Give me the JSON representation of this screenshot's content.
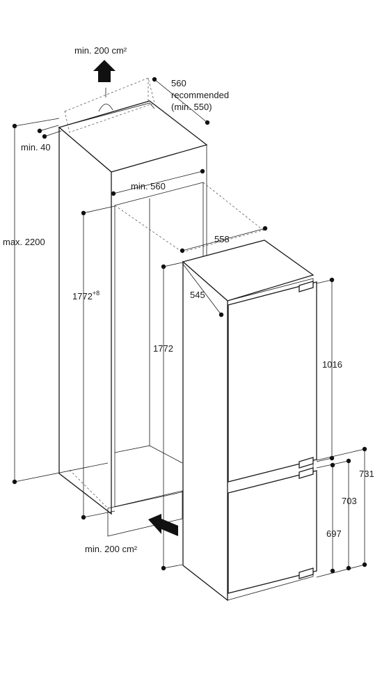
{
  "labels": {
    "vent_top": "min. 200 cm²",
    "depth_560": "560",
    "depth_rec": "recommended",
    "depth_min": "(min. 550)",
    "gap_min40": "min. 40",
    "width_min560": "min. 560",
    "height_max2200": "max. 2200",
    "niche_1772": "1772",
    "niche_tol": "+8",
    "appliance_1772": "1772",
    "width_558": "558",
    "depth_545": "545",
    "upper_door_1016": "1016",
    "lower_731": "731",
    "lower_703": "703",
    "lower_697": "697",
    "vent_bottom": "min. 200 cm²"
  },
  "colors": {
    "line": "#1a1a1a",
    "arrow": "#111111",
    "background": "#ffffff"
  },
  "icons": [
    "arrow-up-icon",
    "arrow-left-icon"
  ]
}
